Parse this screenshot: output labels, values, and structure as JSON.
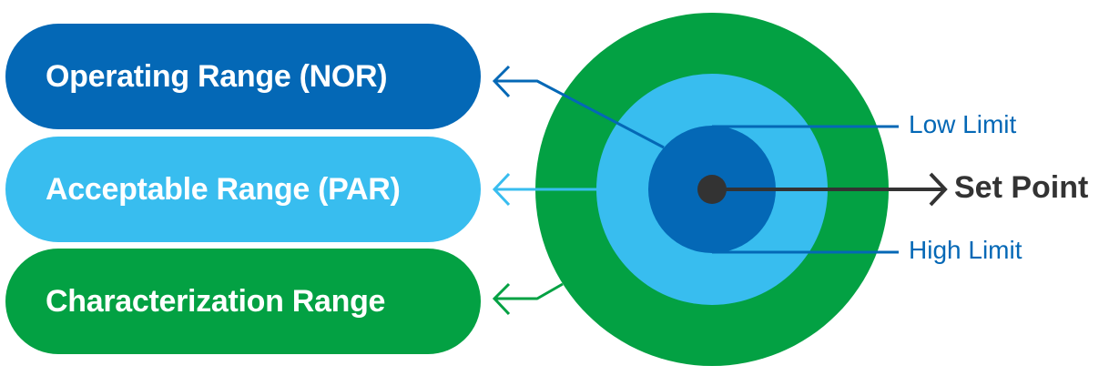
{
  "ranges": [
    {
      "label": "Operating Range (NOR)",
      "color": "#0468b6"
    },
    {
      "label": "Acceptable Range (PAR)",
      "color": "#38bdef"
    },
    {
      "label": "Characterization Range",
      "color": "#03a143"
    }
  ],
  "target": {
    "set_point_label": "Set Point",
    "low_limit_label": "Low Limit",
    "high_limit_label": "High Limit",
    "set_point_color": "#333333",
    "limit_color": "#0468b6"
  }
}
